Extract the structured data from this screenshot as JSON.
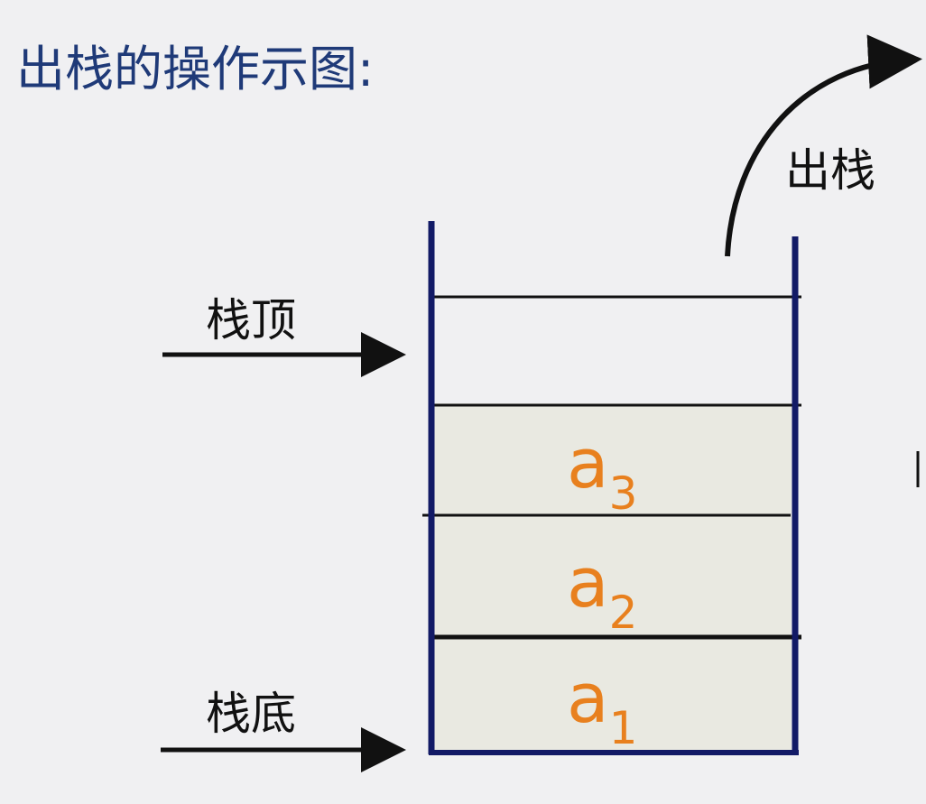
{
  "title": "出栈的操作示图:",
  "labels": {
    "pop": "出栈",
    "top": "栈顶",
    "bottom": "栈底"
  },
  "elements": [
    {
      "name": "a",
      "sub": "3"
    },
    {
      "name": "a",
      "sub": "2"
    },
    {
      "name": "a",
      "sub": "1"
    }
  ],
  "colors": {
    "background": "#f0f0f2",
    "title": "#1f3a78",
    "stack_wall": "#121a66",
    "cell_fill": "#e9e9e1",
    "element_text": "#e8801e",
    "line": "#111111"
  }
}
